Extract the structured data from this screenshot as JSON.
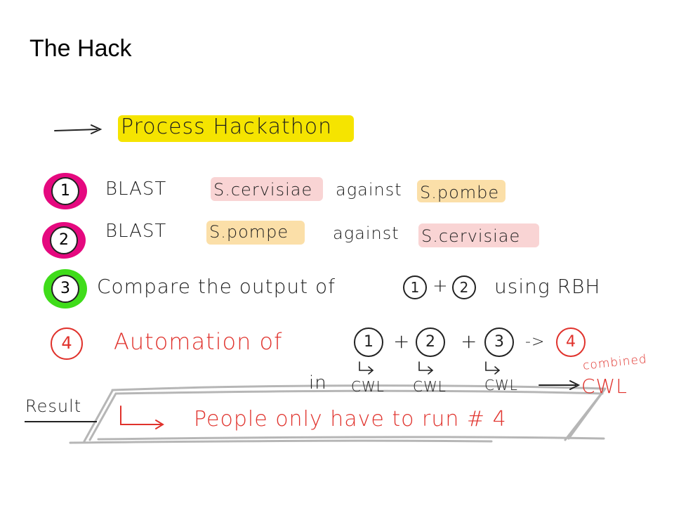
{
  "slide": {
    "title": "The Hack"
  },
  "heading": {
    "label": "Process Hackathon",
    "highlight_color": "#f5e400"
  },
  "steps": [
    {
      "number": "1",
      "marker_color": "#e5097f",
      "verb": "BLAST",
      "subject": "S.cervisiae",
      "conj": "against",
      "object": "S.pombe"
    },
    {
      "number": "2",
      "marker_color": "#e5097f",
      "verb": "BLAST",
      "subject": "S.pompe",
      "conj": "against",
      "object": "S.cervisiae"
    },
    {
      "number": "3",
      "marker_color": "#3fdc1a",
      "text_a": "Compare the output of",
      "ref1": "1",
      "plus": "+",
      "ref2": "2",
      "text_b": "using RBH"
    }
  ],
  "automation": {
    "number": "4",
    "label": "Automation of",
    "refs": [
      "1",
      "2",
      "3"
    ],
    "plus": "+",
    "arrow": "->",
    "result_ref": "4",
    "in_label": "in",
    "cwl_labels": [
      "CWL",
      "CWL",
      "CWL"
    ],
    "combined_label": "combined",
    "combined_cwl": "CWL",
    "color": "#e0322c"
  },
  "result": {
    "label": "Result",
    "text": "People only have to run # 4"
  },
  "colors": {
    "pink_highlight": "#f9d4d4",
    "orange_highlight": "#fbdfa8",
    "ink": "#1e1e1e",
    "red_ink": "#e0322c"
  }
}
